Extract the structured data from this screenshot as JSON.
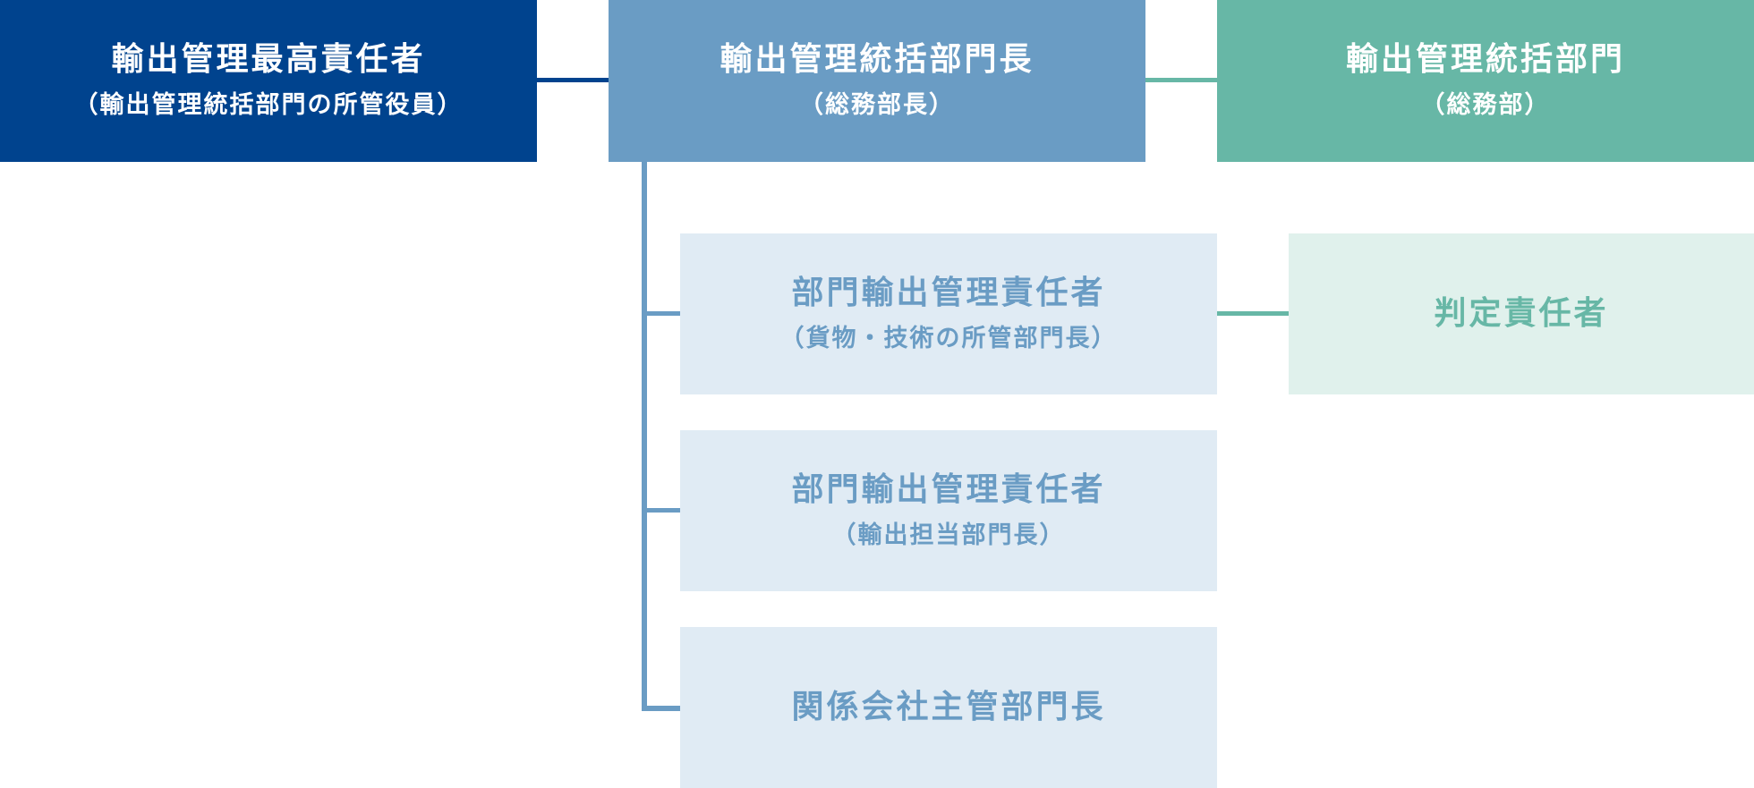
{
  "chart": {
    "top_officer": {
      "title": "輸出管理最高責任者",
      "subtitle": "（輸出管理統括部門の所管役員）"
    },
    "general_manager": {
      "title": "輸出管理統括部門長",
      "subtitle": "（総務部長）"
    },
    "control_department": {
      "title": "輸出管理統括部門",
      "subtitle": "（総務部）"
    },
    "dept_officer_cargo": {
      "title": "部門輸出管理責任者",
      "subtitle": "（貨物・技術の所管部門長）"
    },
    "dept_officer_export": {
      "title": "部門輸出管理責任者",
      "subtitle": "（輸出担当部門長）"
    },
    "affiliate_manager": {
      "title": "関係会社主管部門長"
    },
    "judgment_officer": {
      "title": "判定責任者"
    }
  },
  "colors": {
    "navy": "#00438e",
    "blue": "#6a9cc4",
    "teal": "#67b7a6",
    "light_blue_bg": "#e0ebf4",
    "light_teal_bg": "#e0f1ec"
  }
}
